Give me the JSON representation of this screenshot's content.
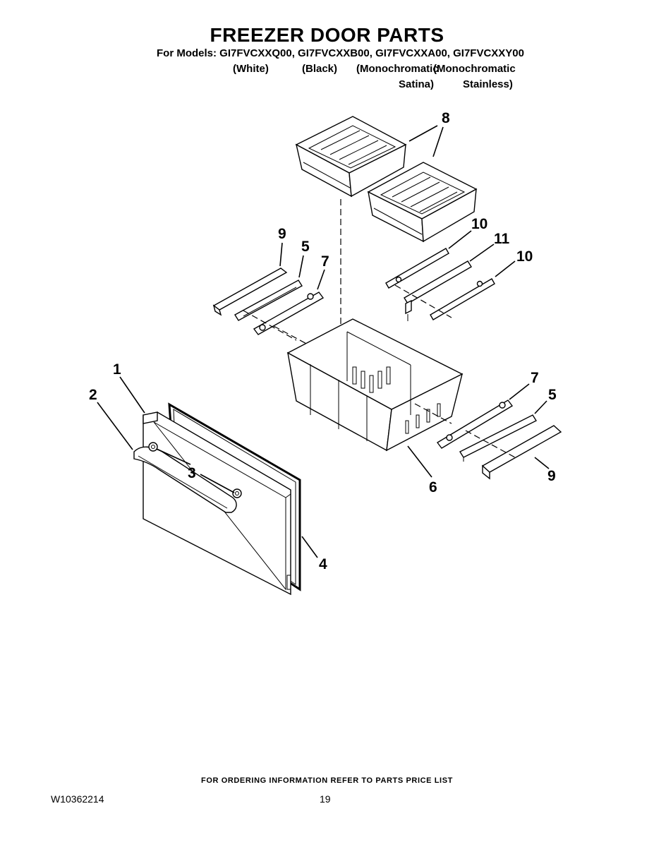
{
  "header": {
    "title": "FREEZER DOOR PARTS",
    "models_line": "For Models: GI7FVCXXQ00, GI7FVCXXB00, GI7FVCXXA00, GI7FVCXXY00",
    "variants": [
      "(White)",
      "(Black)",
      "(Monochromatic",
      "(Monochromatic",
      "Satina)",
      "Stainless)"
    ]
  },
  "diagram": {
    "callouts": [
      "1",
      "2",
      "3",
      "4",
      "5",
      "5",
      "6",
      "7",
      "7",
      "8",
      "9",
      "9",
      "10",
      "10",
      "11"
    ]
  },
  "footer": {
    "note": "FOR ORDERING INFORMATION REFER TO PARTS PRICE LIST",
    "doc_number": "W10362214",
    "page": "19"
  }
}
